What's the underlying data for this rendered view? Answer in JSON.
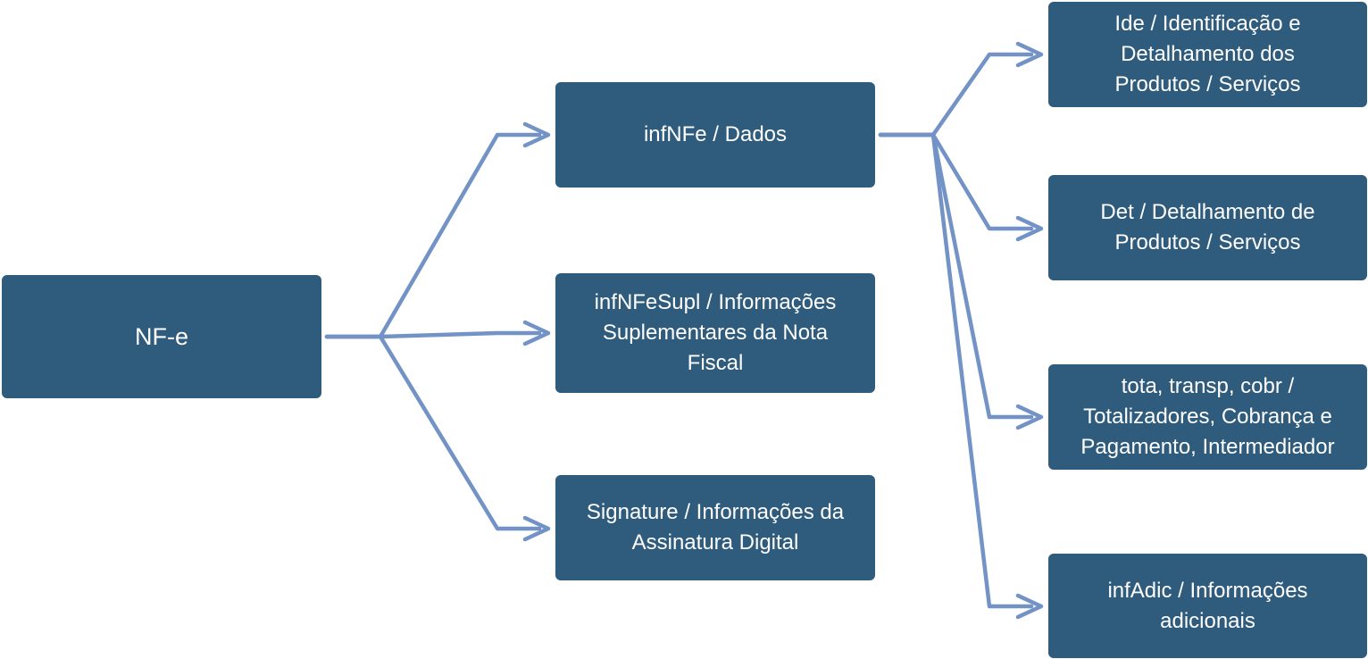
{
  "diagram": {
    "colors": {
      "node_fill": "#2f5b7c",
      "node_text": "#ffffff",
      "connector": "#7393c6"
    },
    "root": {
      "label": "NF-e"
    },
    "level1": [
      {
        "label": "infNFe / Dados"
      },
      {
        "label": "infNFeSupl / Informações\nSuplementares da Nota\nFiscal"
      },
      {
        "label": "Signature / Informações da\nAssinatura Digital"
      }
    ],
    "level2": [
      {
        "label": "Ide / Identificação e\nDetalhamento dos\nProdutos / Serviços"
      },
      {
        "label": "Det / Detalhamento de\nProdutos / Serviços"
      },
      {
        "label": "tota, transp, cobr /\nTotalizadores, Cobrança e\nPagamento, Intermediador"
      },
      {
        "label": "infAdic / Informações\nadicionais"
      }
    ]
  }
}
